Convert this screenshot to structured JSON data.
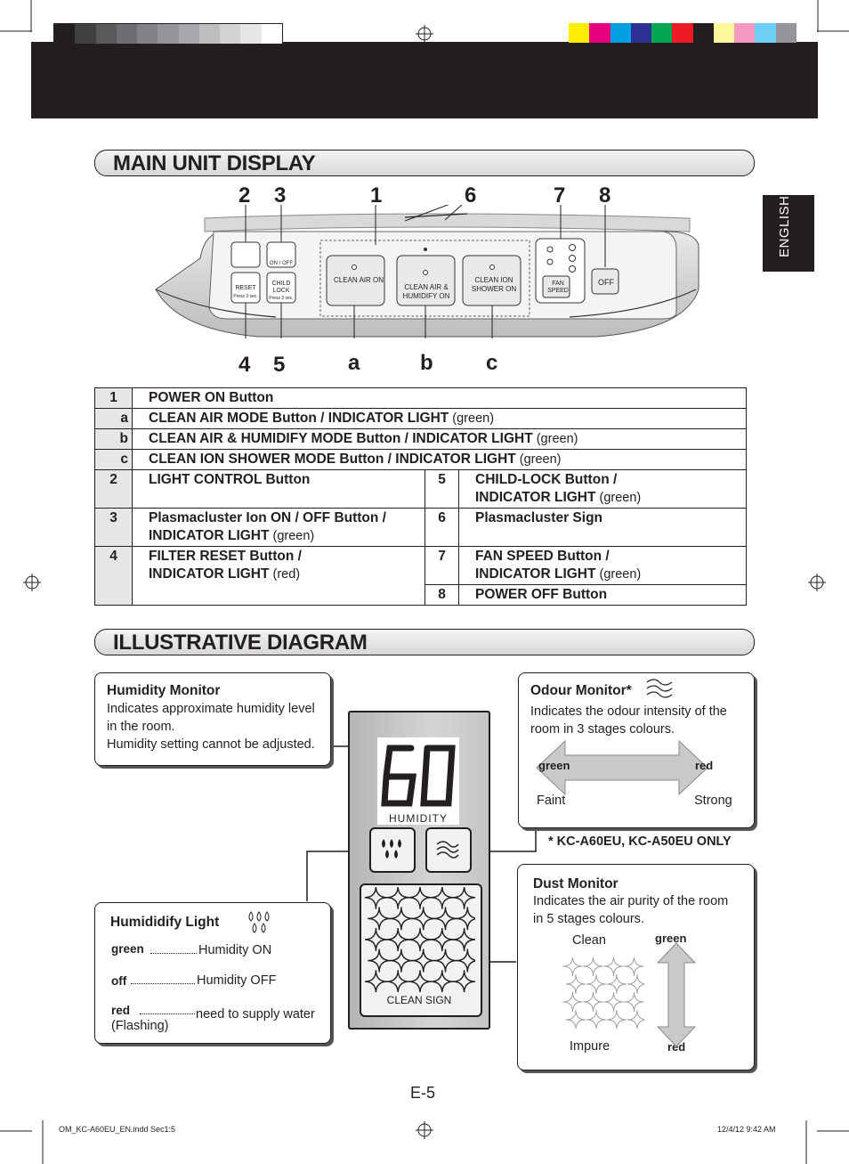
{
  "section1_title": "MAIN UNIT DISPLAY",
  "section2_title": "ILLUSTRATIVE DIAGRAM",
  "side_tab": "ENGLISH",
  "callouts": {
    "n2": "2",
    "n3": "3",
    "n1": "1",
    "n6": "6",
    "n7": "7",
    "n8": "8",
    "n4": "4",
    "n5": "5",
    "a": "a",
    "b": "b",
    "c": "c"
  },
  "panel": {
    "btn_clean_air": "CLEAN AIR ON",
    "btn_humidify": "CLEAN AIR & HUMIDIFY ON",
    "btn_ion": "CLEAN ION SHOWER ON",
    "btn_fan": "FAN SPEED",
    "btn_off": "OFF",
    "btn_reset": "RESET",
    "btn_child": "CHILD LOCK",
    "press3_a": "Press 3 sec.",
    "press3_b": "Press 3 sec.",
    "on_off": "ON / OFF"
  },
  "table": {
    "r1": {
      "n": "1",
      "t": "POWER ON Button"
    },
    "ra": {
      "n": "a",
      "t": "CLEAN AIR MODE Button / INDICATOR LIGHT",
      "s": " (green)"
    },
    "rb": {
      "n": "b",
      "t": "CLEAN AIR & HUMIDIFY MODE Button / INDICATOR LIGHT",
      "s": " (green)"
    },
    "rc": {
      "n": "c",
      "t": "CLEAN ION SHOWER MODE Button / INDICATOR LIGHT",
      "s": " (green)"
    },
    "r2": {
      "n": "2",
      "t": "LIGHT CONTROL Button"
    },
    "r5": {
      "n": "5",
      "t1": "CHILD-LOCK Button /",
      "t2": "INDICATOR LIGHT",
      "s": " (green)"
    },
    "r3": {
      "n": "3",
      "t1": "Plasmacluster Ion ON / OFF Button /",
      "t2": "INDICATOR LIGHT",
      "s": " (green)"
    },
    "r6": {
      "n": "6",
      "t": "Plasmacluster Sign"
    },
    "r4": {
      "n": "4",
      "t1": "FILTER RESET Button /",
      "t2": "INDICATOR LIGHT",
      "s": " (red)"
    },
    "r7": {
      "n": "7",
      "t1": "FAN SPEED Button /",
      "t2": "INDICATOR LIGHT",
      "s": " (green)"
    },
    "r8": {
      "n": "8",
      "t": "POWER OFF Button"
    }
  },
  "humidity_monitor": {
    "title": "Humidity Monitor",
    "line1": "Indicates approximate humidity level",
    "line2": "in the room.",
    "line3": "Humidity setting cannot be adjusted."
  },
  "odour_monitor": {
    "title": "Odour Monitor*",
    "line1": "Indicates the odour intensity of the",
    "line2": "room in 3 stages colours.",
    "left_color": "green",
    "right_color": "red",
    "left_label": "Faint",
    "right_label": "Strong",
    "note": "* KC-A60EU, KC-A50EU ONLY"
  },
  "display": {
    "digits": "60",
    "humidity_label": "HUMIDITY",
    "clean_sign": "CLEAN SIGN"
  },
  "humidify_light": {
    "title": "Humididify Light",
    "r1_color": "green",
    "r1_text": "Humidity ON",
    "r2_color": "off",
    "r2_text": "Humidity OFF",
    "r3_color": "red",
    "r3_text": "need to supply water",
    "r3_sub": "(Flashing)"
  },
  "dust_monitor": {
    "title": "Dust Monitor",
    "line1": "Indicates the air purity of the room",
    "line2": "in 5 stages colours.",
    "clean": "Clean",
    "impure": "Impure",
    "top_color": "green",
    "bottom_color": "red"
  },
  "page_number": "E-5",
  "footer_left": "OM_KC-A60EU_EN.indd   Sec1:5",
  "footer_right": "12/4/12   9:42 AM",
  "colors": {
    "swatches": [
      "#ffed00",
      "#e5007e",
      "#009fe3",
      "#2e3192",
      "#00a651",
      "#ed1c24",
      "#231f20",
      "#fff799",
      "#f49ac1",
      "#6dcff6",
      "#939598"
    ],
    "greys": [
      "#231f20",
      "#414042",
      "#58595b",
      "#6d6e71",
      "#808285",
      "#939598",
      "#a7a9ac",
      "#bcbec0",
      "#d1d3d4",
      "#e6e7e8",
      "#ffffff"
    ]
  }
}
